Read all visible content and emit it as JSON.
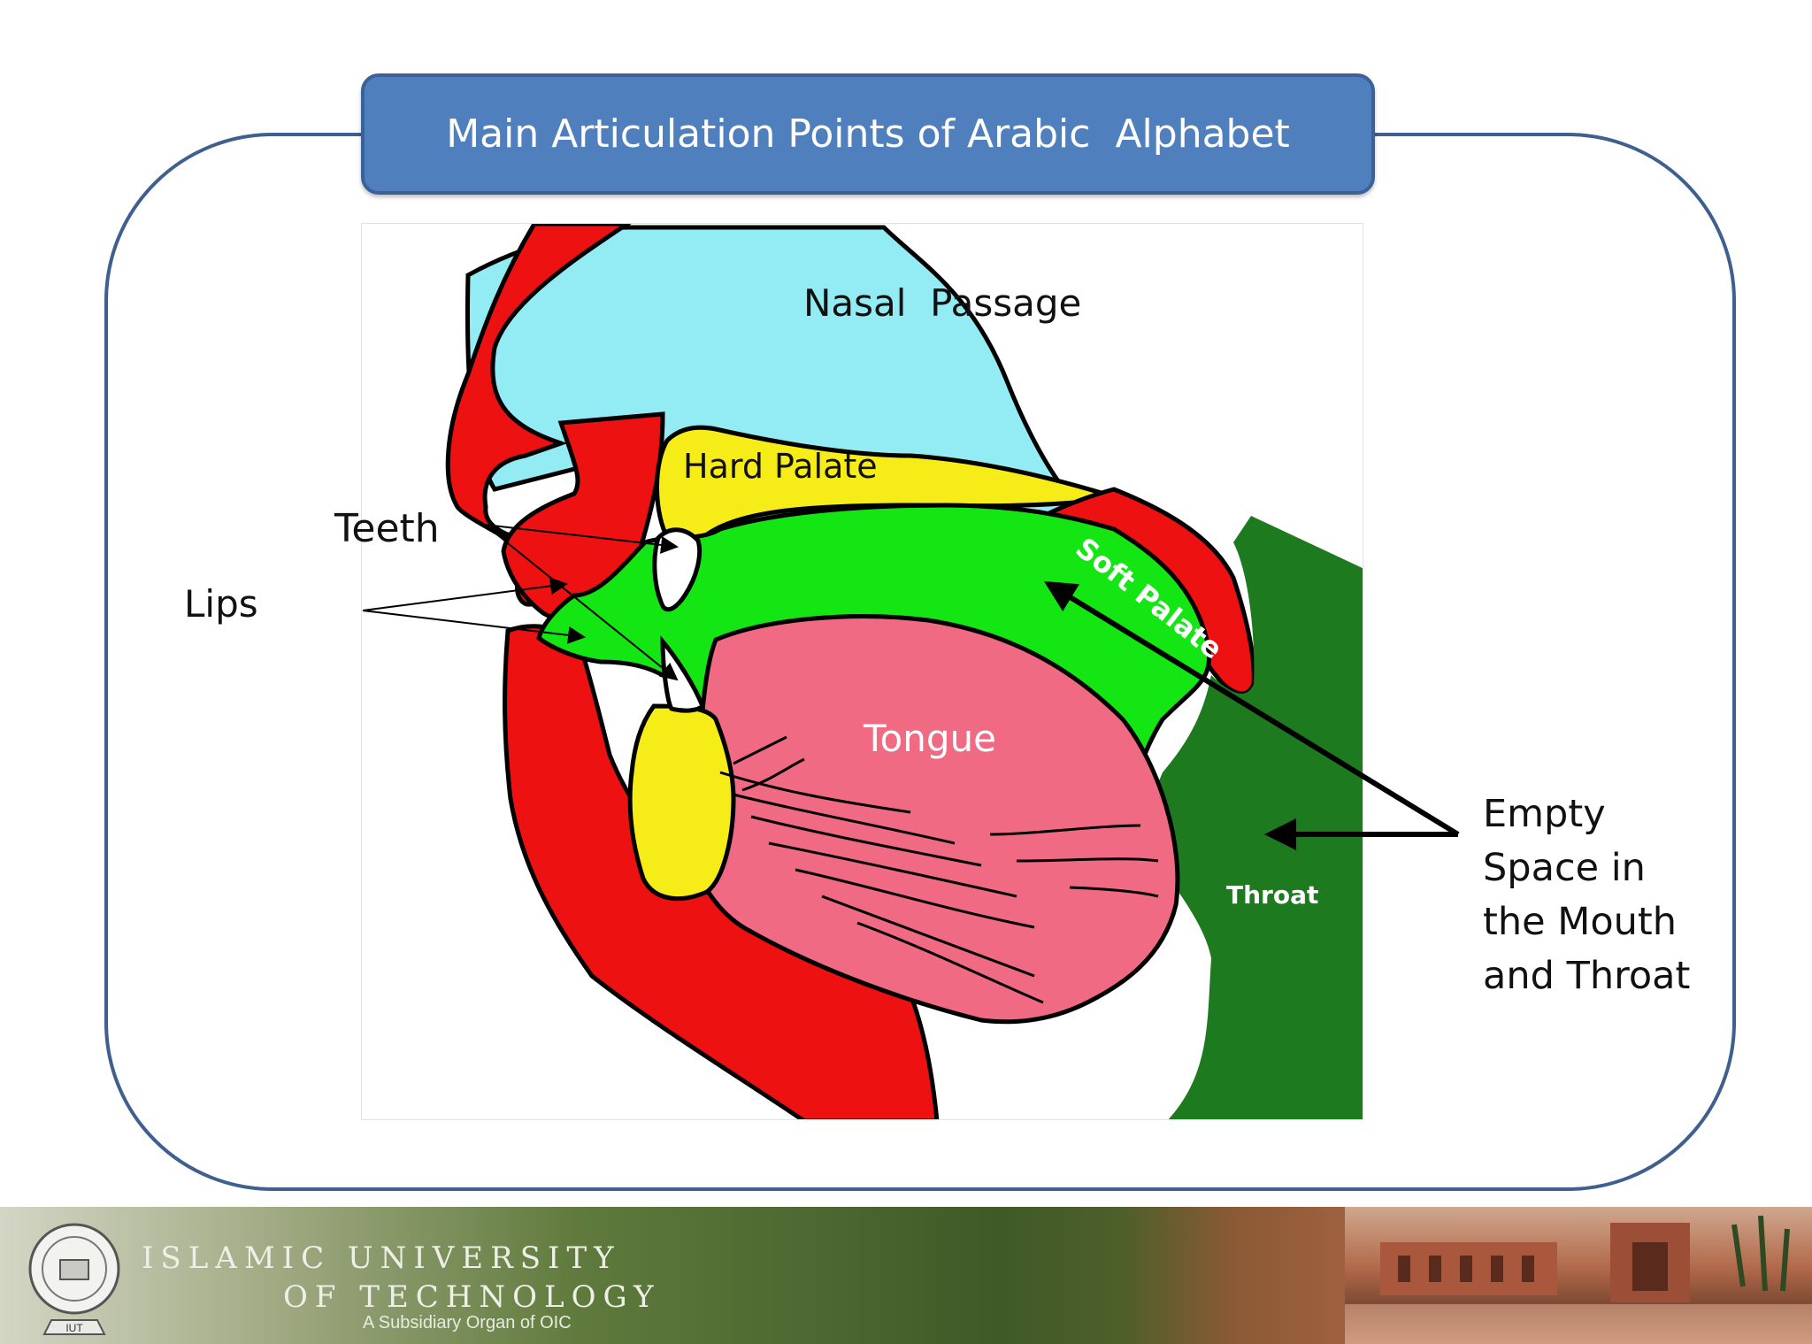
{
  "slide": {
    "title": "Main Articulation Points of Arabic  Alphabet"
  },
  "diagram": {
    "labels": {
      "nasal_passage": "Nasal  Passage",
      "hard_palate": "Hard Palate",
      "soft_palate": "Soft Palate",
      "teeth": "Teeth",
      "lips": "Lips",
      "tongue": "Tongue",
      "throat": "Throat",
      "empty_space_line1": "Empty",
      "empty_space_line2": "Space in",
      "empty_space_line3": "the Mouth",
      "empty_space_line4": "and Throat"
    },
    "colors": {
      "nasal": "#93ecf4",
      "flesh": "#ee1111",
      "palate": "#f6ec17",
      "mouth_space": "#14e614",
      "tongue": "#ef6a82",
      "throat": "#1e7a1e"
    }
  },
  "footer": {
    "line1": "ISLAMIC UNIVERSITY",
    "line2": "OF TECHNOLOGY",
    "line3": "A Subsidiary Organ of OIC",
    "logo_text": "IUT"
  }
}
